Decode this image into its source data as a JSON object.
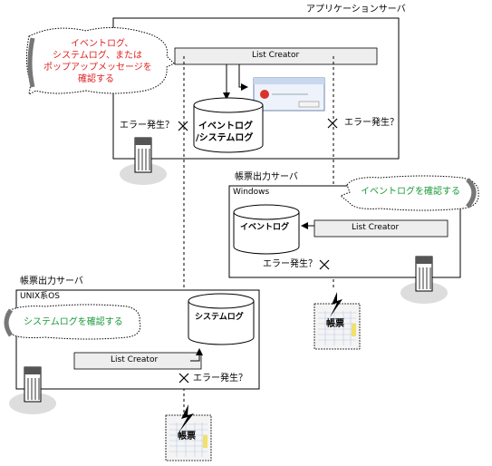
{
  "app_server": {
    "title": "アプリケーションサーバ",
    "list_creator": "List Creator",
    "log_cylinder_line1": "イベントログ",
    "log_cylinder_line2": "/システムログ",
    "error_left": "エラー発生？",
    "error_right": "エラー発生？",
    "callout_line1": "イベントログ、",
    "callout_line2": "システムログ、または",
    "callout_line3": "ポップアップメッセージを",
    "callout_line4": "確認する"
  },
  "windows_server": {
    "title": "帳票出力サーバ",
    "os": "Windows",
    "callout": "イベントログを確認する",
    "log_cylinder": "イベントログ",
    "list_creator": "List Creator",
    "error": "エラー発生？",
    "document": "帳票"
  },
  "unix_server": {
    "title": "帳票出力サーバ",
    "os": "UNIX系OS",
    "callout": "システムログを確認する",
    "log_cylinder": "システムログ",
    "list_creator": "List Creator",
    "error": "エラー発生？",
    "document": "帳票"
  },
  "colors": {
    "callout_red": "#e02020",
    "callout_green": "#1a9a3a",
    "bar_fill": "#eeeeee",
    "shadow": "#dddddd"
  }
}
